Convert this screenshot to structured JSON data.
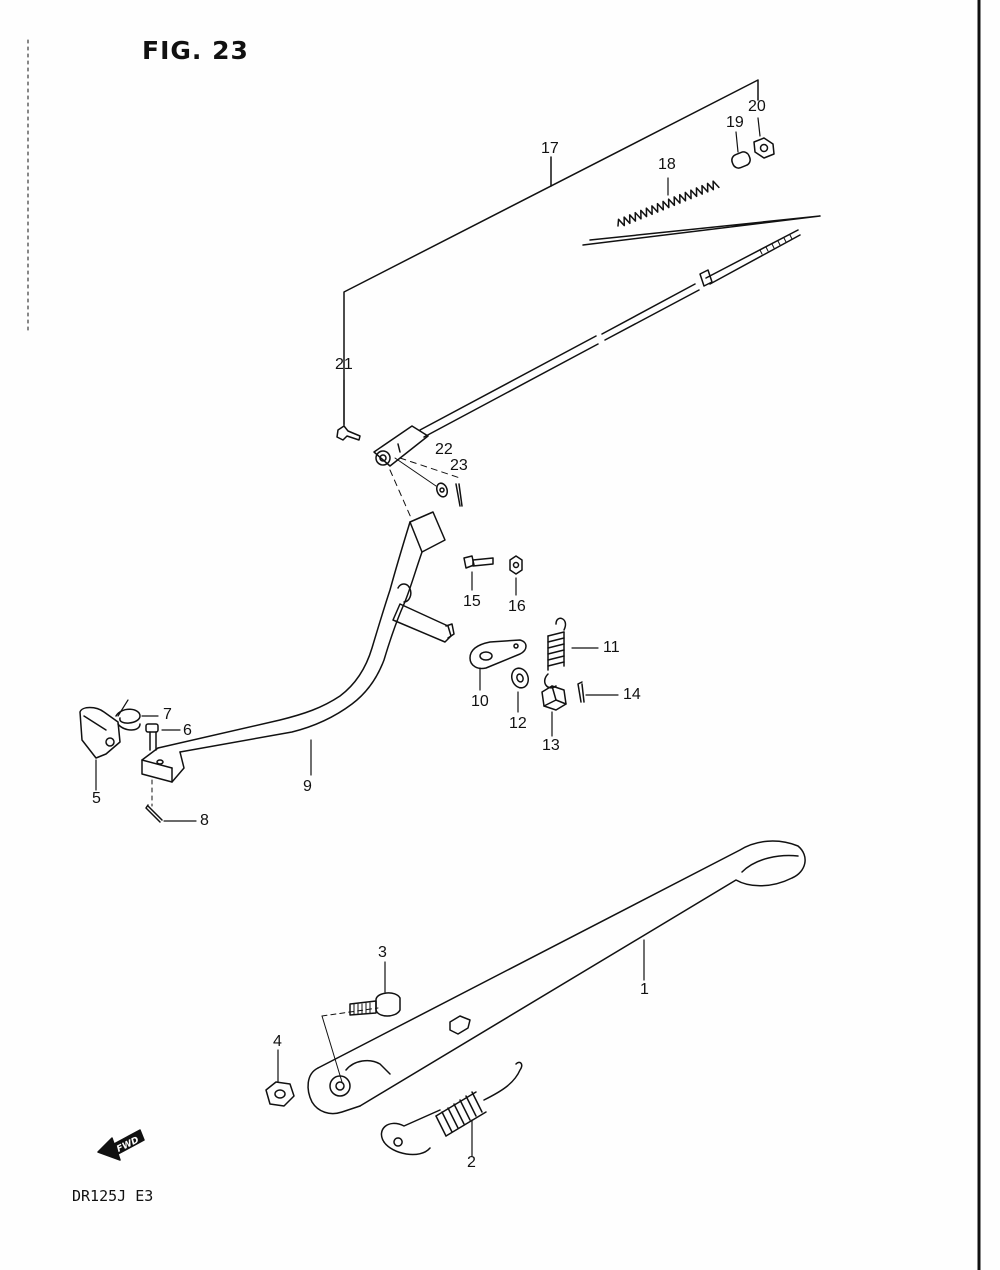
{
  "header": {
    "title": "FIG. 23"
  },
  "footer": {
    "model": "DR125J  E3",
    "fwd_label": "FWD"
  },
  "callouts": {
    "c1": "1",
    "c2": "2",
    "c3": "3",
    "c4": "4",
    "c5": "5",
    "c6": "6",
    "c7": "7",
    "c8": "8",
    "c9": "9",
    "c10": "10",
    "c11": "11",
    "c12": "12",
    "c13": "13",
    "c14": "14",
    "c15": "15",
    "c16": "16",
    "c17": "17",
    "c18": "18",
    "c19": "19",
    "c20": "20",
    "c21": "21",
    "c22": "22",
    "c23": "23"
  }
}
